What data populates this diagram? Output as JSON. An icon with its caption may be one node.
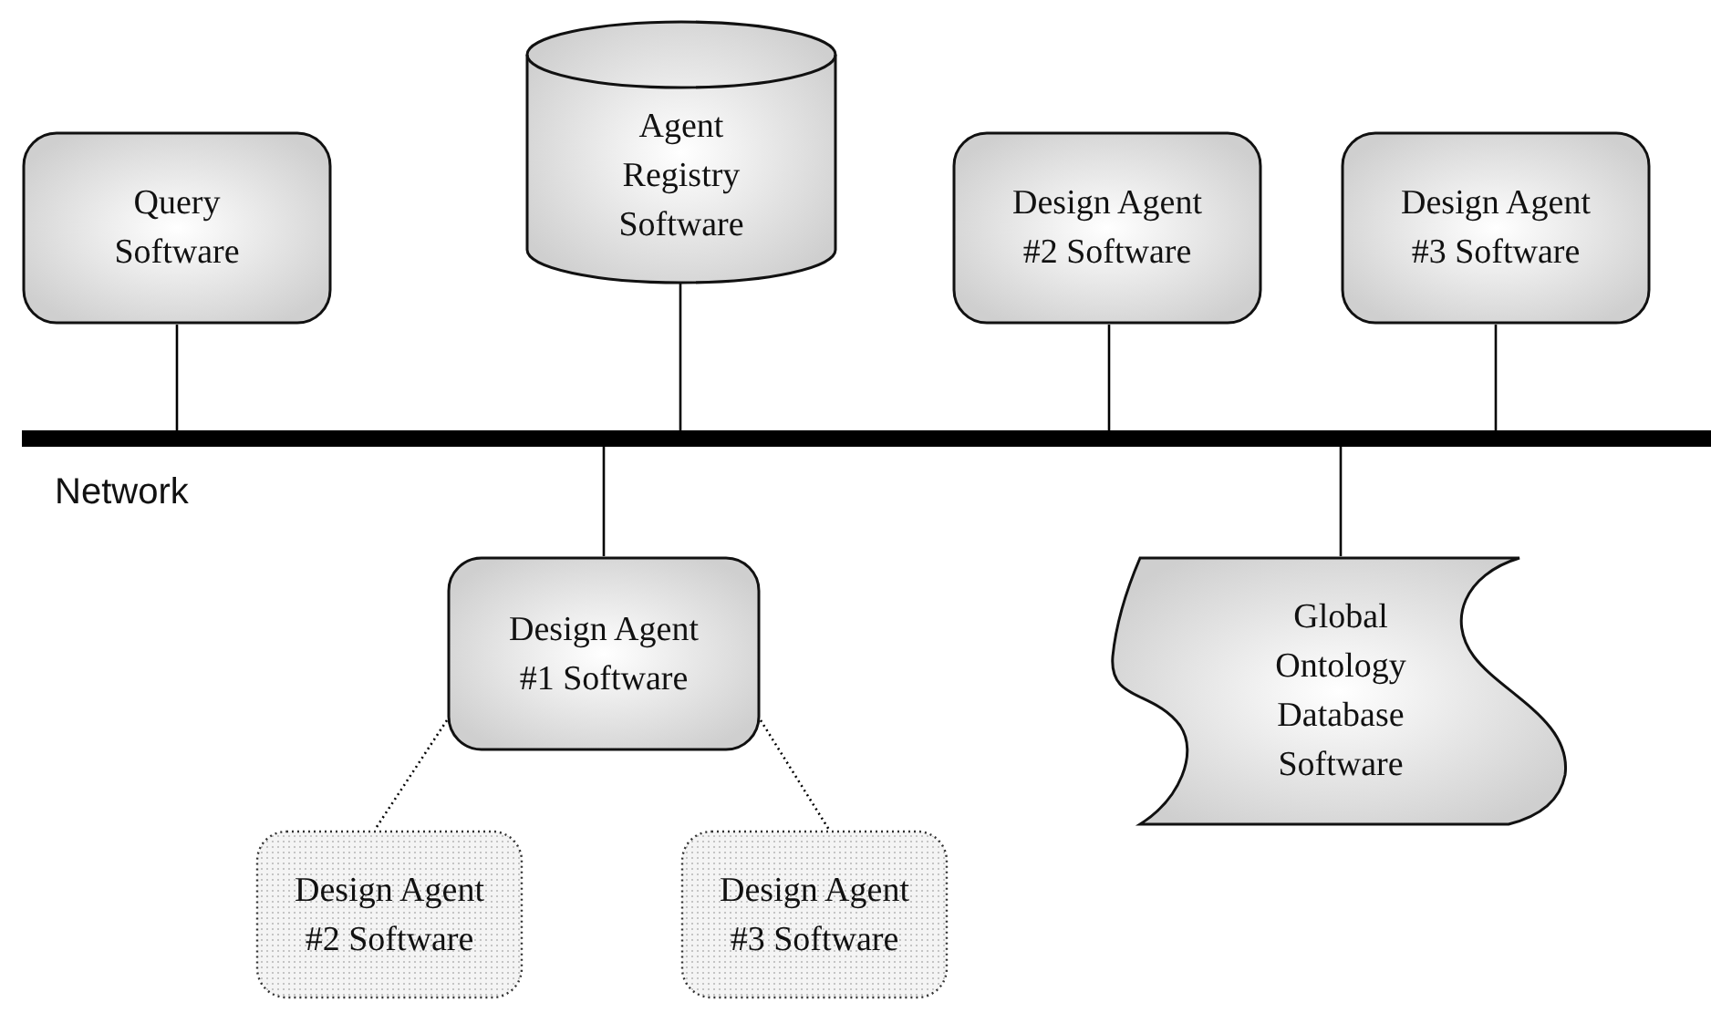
{
  "diagram": {
    "nodes": [
      {
        "text": [
          "Query Software"
        ]
      },
      {
        "text": [
          "Agent Registry Software"
        ]
      },
      {
        "text": [
          "Design Agent #2 Software"
        ]
      },
      {
        "text": [
          "Design Agent #3 Software"
        ]
      },
      {
        "text": [],
        "shape": "bar",
        "beside": [
          "Network"
        ]
      },
      {
        "text": [
          "Design Agent #1 Software"
        ]
      },
      {
        "text": [
          "Global Ontology Database Software"
        ]
      },
      {
        "text": [
          "Design Agent #2 Software"
        ]
      },
      {
        "text": [
          "Design Agent #3 Software"
        ]
      }
    ],
    "edges": [
      {
        "from": 0,
        "to": 4,
        "arrow": "none"
      },
      {
        "from": 1,
        "to": 4,
        "arrow": "none"
      },
      {
        "from": 2,
        "to": 4,
        "arrow": "none"
      },
      {
        "from": 3,
        "to": 4,
        "arrow": "none"
      },
      {
        "from": 4,
        "to": 5,
        "arrow": "none"
      },
      {
        "from": 4,
        "to": 6,
        "arrow": "none"
      },
      {
        "from": 5,
        "to": 7,
        "arrow": "none",
        "style": "dashed"
      },
      {
        "from": 5,
        "to": 8,
        "arrow": "none",
        "style": "dashed"
      }
    ]
  }
}
